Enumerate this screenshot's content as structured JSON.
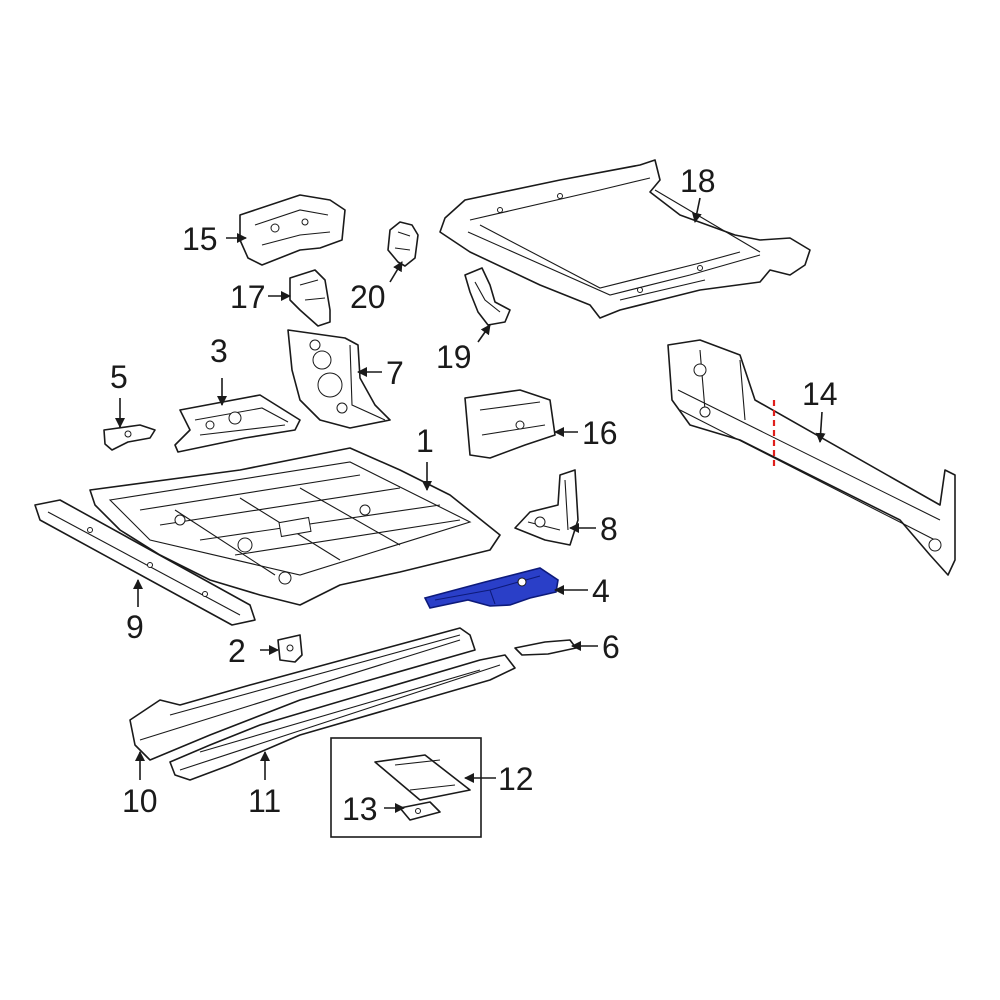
{
  "diagram": {
    "highlighted_part": "4",
    "highlight_color": "#2a3fc8",
    "cut_line_color": "#e0201c",
    "callouts": {
      "c1": "1",
      "c2": "2",
      "c3": "3",
      "c4": "4",
      "c5": "5",
      "c6": "6",
      "c7": "7",
      "c8": "8",
      "c9": "9",
      "c10": "10",
      "c11": "11",
      "c12": "12",
      "c13": "13",
      "c14": "14",
      "c15": "15",
      "c16": "16",
      "c17": "17",
      "c18": "18",
      "c19": "19",
      "c20": "20"
    }
  }
}
